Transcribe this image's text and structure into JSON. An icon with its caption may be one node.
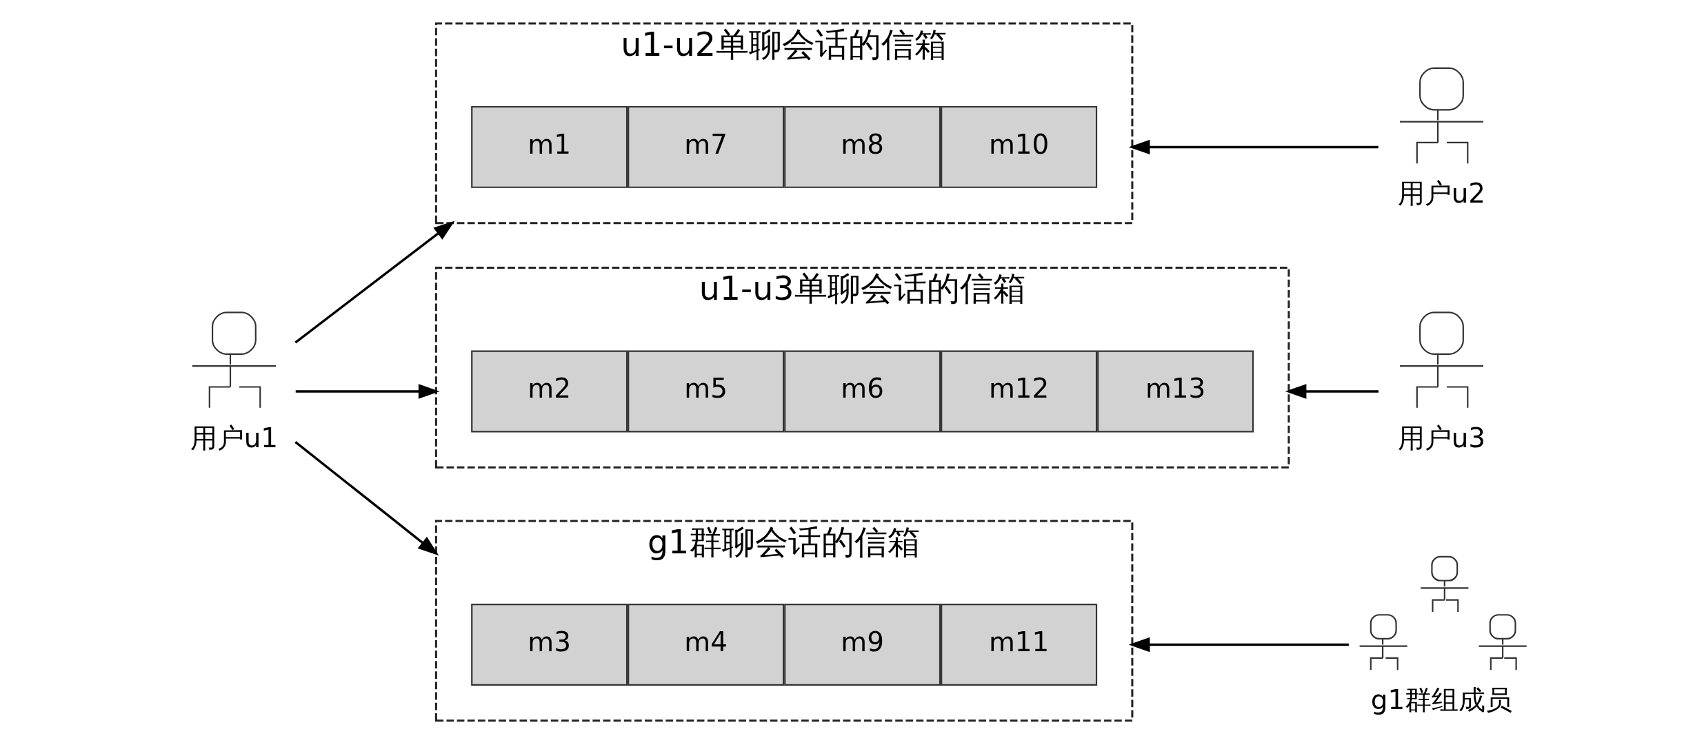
{
  "diagram": {
    "nodes": [
      {
        "text": [
          "用户u1"
        ]
      },
      {
        "text": [
          "u1-u2单聊会话的信箱"
        ]
      },
      {
        "text": [
          "m1"
        ],
        "in": 1
      },
      {
        "text": [
          "m7"
        ],
        "in": 1
      },
      {
        "text": [
          "m8"
        ],
        "in": 1
      },
      {
        "text": [
          "m10"
        ],
        "in": 1
      },
      {
        "text": [
          "用户u2"
        ]
      },
      {
        "text": [
          "u1-u3单聊会话的信箱"
        ]
      },
      {
        "text": [
          "m2"
        ],
        "in": 7
      },
      {
        "text": [
          "m5"
        ],
        "in": 7
      },
      {
        "text": [
          "m6"
        ],
        "in": 7
      },
      {
        "text": [
          "m12"
        ],
        "in": 7
      },
      {
        "text": [
          "m13"
        ],
        "in": 7
      },
      {
        "text": [
          "用户u3"
        ]
      },
      {
        "text": [
          "g1群聊会话的信箱"
        ]
      },
      {
        "text": [
          "m3"
        ],
        "in": 14
      },
      {
        "text": [
          "m4"
        ],
        "in": 14
      },
      {
        "text": [
          "m9"
        ],
        "in": 14
      },
      {
        "text": [
          "m11"
        ],
        "in": 14
      },
      {
        "text": [
          "g1群组成员"
        ]
      }
    ],
    "edges": [
      {
        "from": 0,
        "to": 1,
        "arrow": "to"
      },
      {
        "from": 0,
        "to": 7,
        "arrow": "to"
      },
      {
        "from": 0,
        "to": 14,
        "arrow": "to"
      },
      {
        "from": 6,
        "to": 1,
        "arrow": "to"
      },
      {
        "from": 13,
        "to": 7,
        "arrow": "to"
      },
      {
        "from": 19,
        "to": 14,
        "arrow": "to"
      }
    ]
  }
}
